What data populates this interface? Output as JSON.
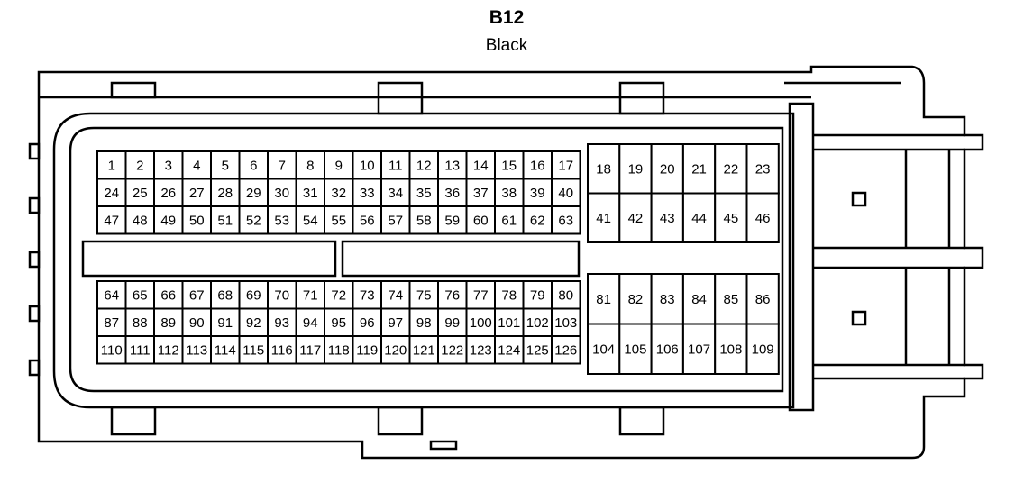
{
  "connector": {
    "id": "B12",
    "color": "Black"
  },
  "pin_blocks": {
    "upper_left": [
      [
        "1",
        "2",
        "3",
        "4",
        "5",
        "6",
        "7",
        "8",
        "9",
        "10",
        "11",
        "12",
        "13",
        "14",
        "15",
        "16",
        "17"
      ],
      [
        "24",
        "25",
        "26",
        "27",
        "28",
        "29",
        "30",
        "31",
        "32",
        "33",
        "34",
        "35",
        "36",
        "37",
        "38",
        "39",
        "40"
      ],
      [
        "47",
        "48",
        "49",
        "50",
        "51",
        "52",
        "53",
        "54",
        "55",
        "56",
        "57",
        "58",
        "59",
        "60",
        "61",
        "62",
        "63"
      ]
    ],
    "lower_left": [
      [
        "64",
        "65",
        "66",
        "67",
        "68",
        "69",
        "70",
        "71",
        "72",
        "73",
        "74",
        "75",
        "76",
        "77",
        "78",
        "79",
        "80"
      ],
      [
        "87",
        "88",
        "89",
        "90",
        "91",
        "92",
        "93",
        "94",
        "95",
        "96",
        "97",
        "98",
        "99",
        "100",
        "101",
        "102",
        "103"
      ],
      [
        "110",
        "111",
        "112",
        "113",
        "114",
        "115",
        "116",
        "117",
        "118",
        "119",
        "120",
        "121",
        "122",
        "123",
        "124",
        "125",
        "126"
      ]
    ],
    "upper_right": [
      [
        "18",
        "19",
        "20",
        "21",
        "22",
        "23"
      ],
      [
        "41",
        "42",
        "43",
        "44",
        "45",
        "46"
      ]
    ],
    "lower_right": [
      [
        "81",
        "82",
        "83",
        "84",
        "85",
        "86"
      ],
      [
        "104",
        "105",
        "106",
        "107",
        "108",
        "109"
      ]
    ]
  }
}
